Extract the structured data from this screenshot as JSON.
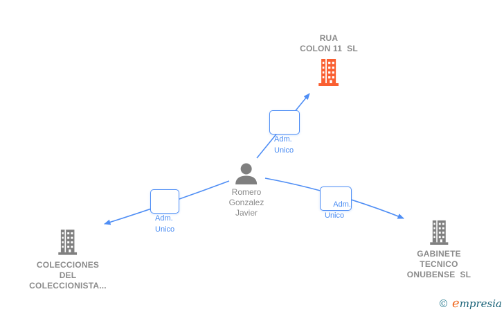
{
  "diagram": {
    "colors": {
      "edge_blue": "#4f8ef5",
      "label_blue": "#4a8cf2",
      "company_highlight_orange": "#fa5f31",
      "entity_gray": "#7f7f7f",
      "name_text_gray": "#8b8b8b"
    },
    "nodes": {
      "rua": {
        "name": "RUA\nCOLON 11  SL",
        "type": "company",
        "icon": "building-icon",
        "highlighted": true
      },
      "person": {
        "name": "Romero\nGonzalez\nJavier",
        "type": "person",
        "icon": "person-icon"
      },
      "colecciones": {
        "name": "COLECCIONES\nDEL\nCOLECCIONISTA...",
        "type": "company",
        "icon": "building-icon"
      },
      "gabinete": {
        "name": "GABINETE\nTECNICO\nONUBENSE  SL",
        "type": "company",
        "icon": "building-icon"
      }
    },
    "edges": [
      {
        "from": "person",
        "to": "rua",
        "label": "Adm.\nUnico"
      },
      {
        "from": "person",
        "to": "colecciones",
        "label": "Adm.\nUnico"
      },
      {
        "from": "person",
        "to": "gabinete",
        "label": "Adm.\nUnico"
      }
    ],
    "watermark": {
      "copyright": "©",
      "brand_e": "e",
      "brand_rest": "mpresia"
    }
  }
}
